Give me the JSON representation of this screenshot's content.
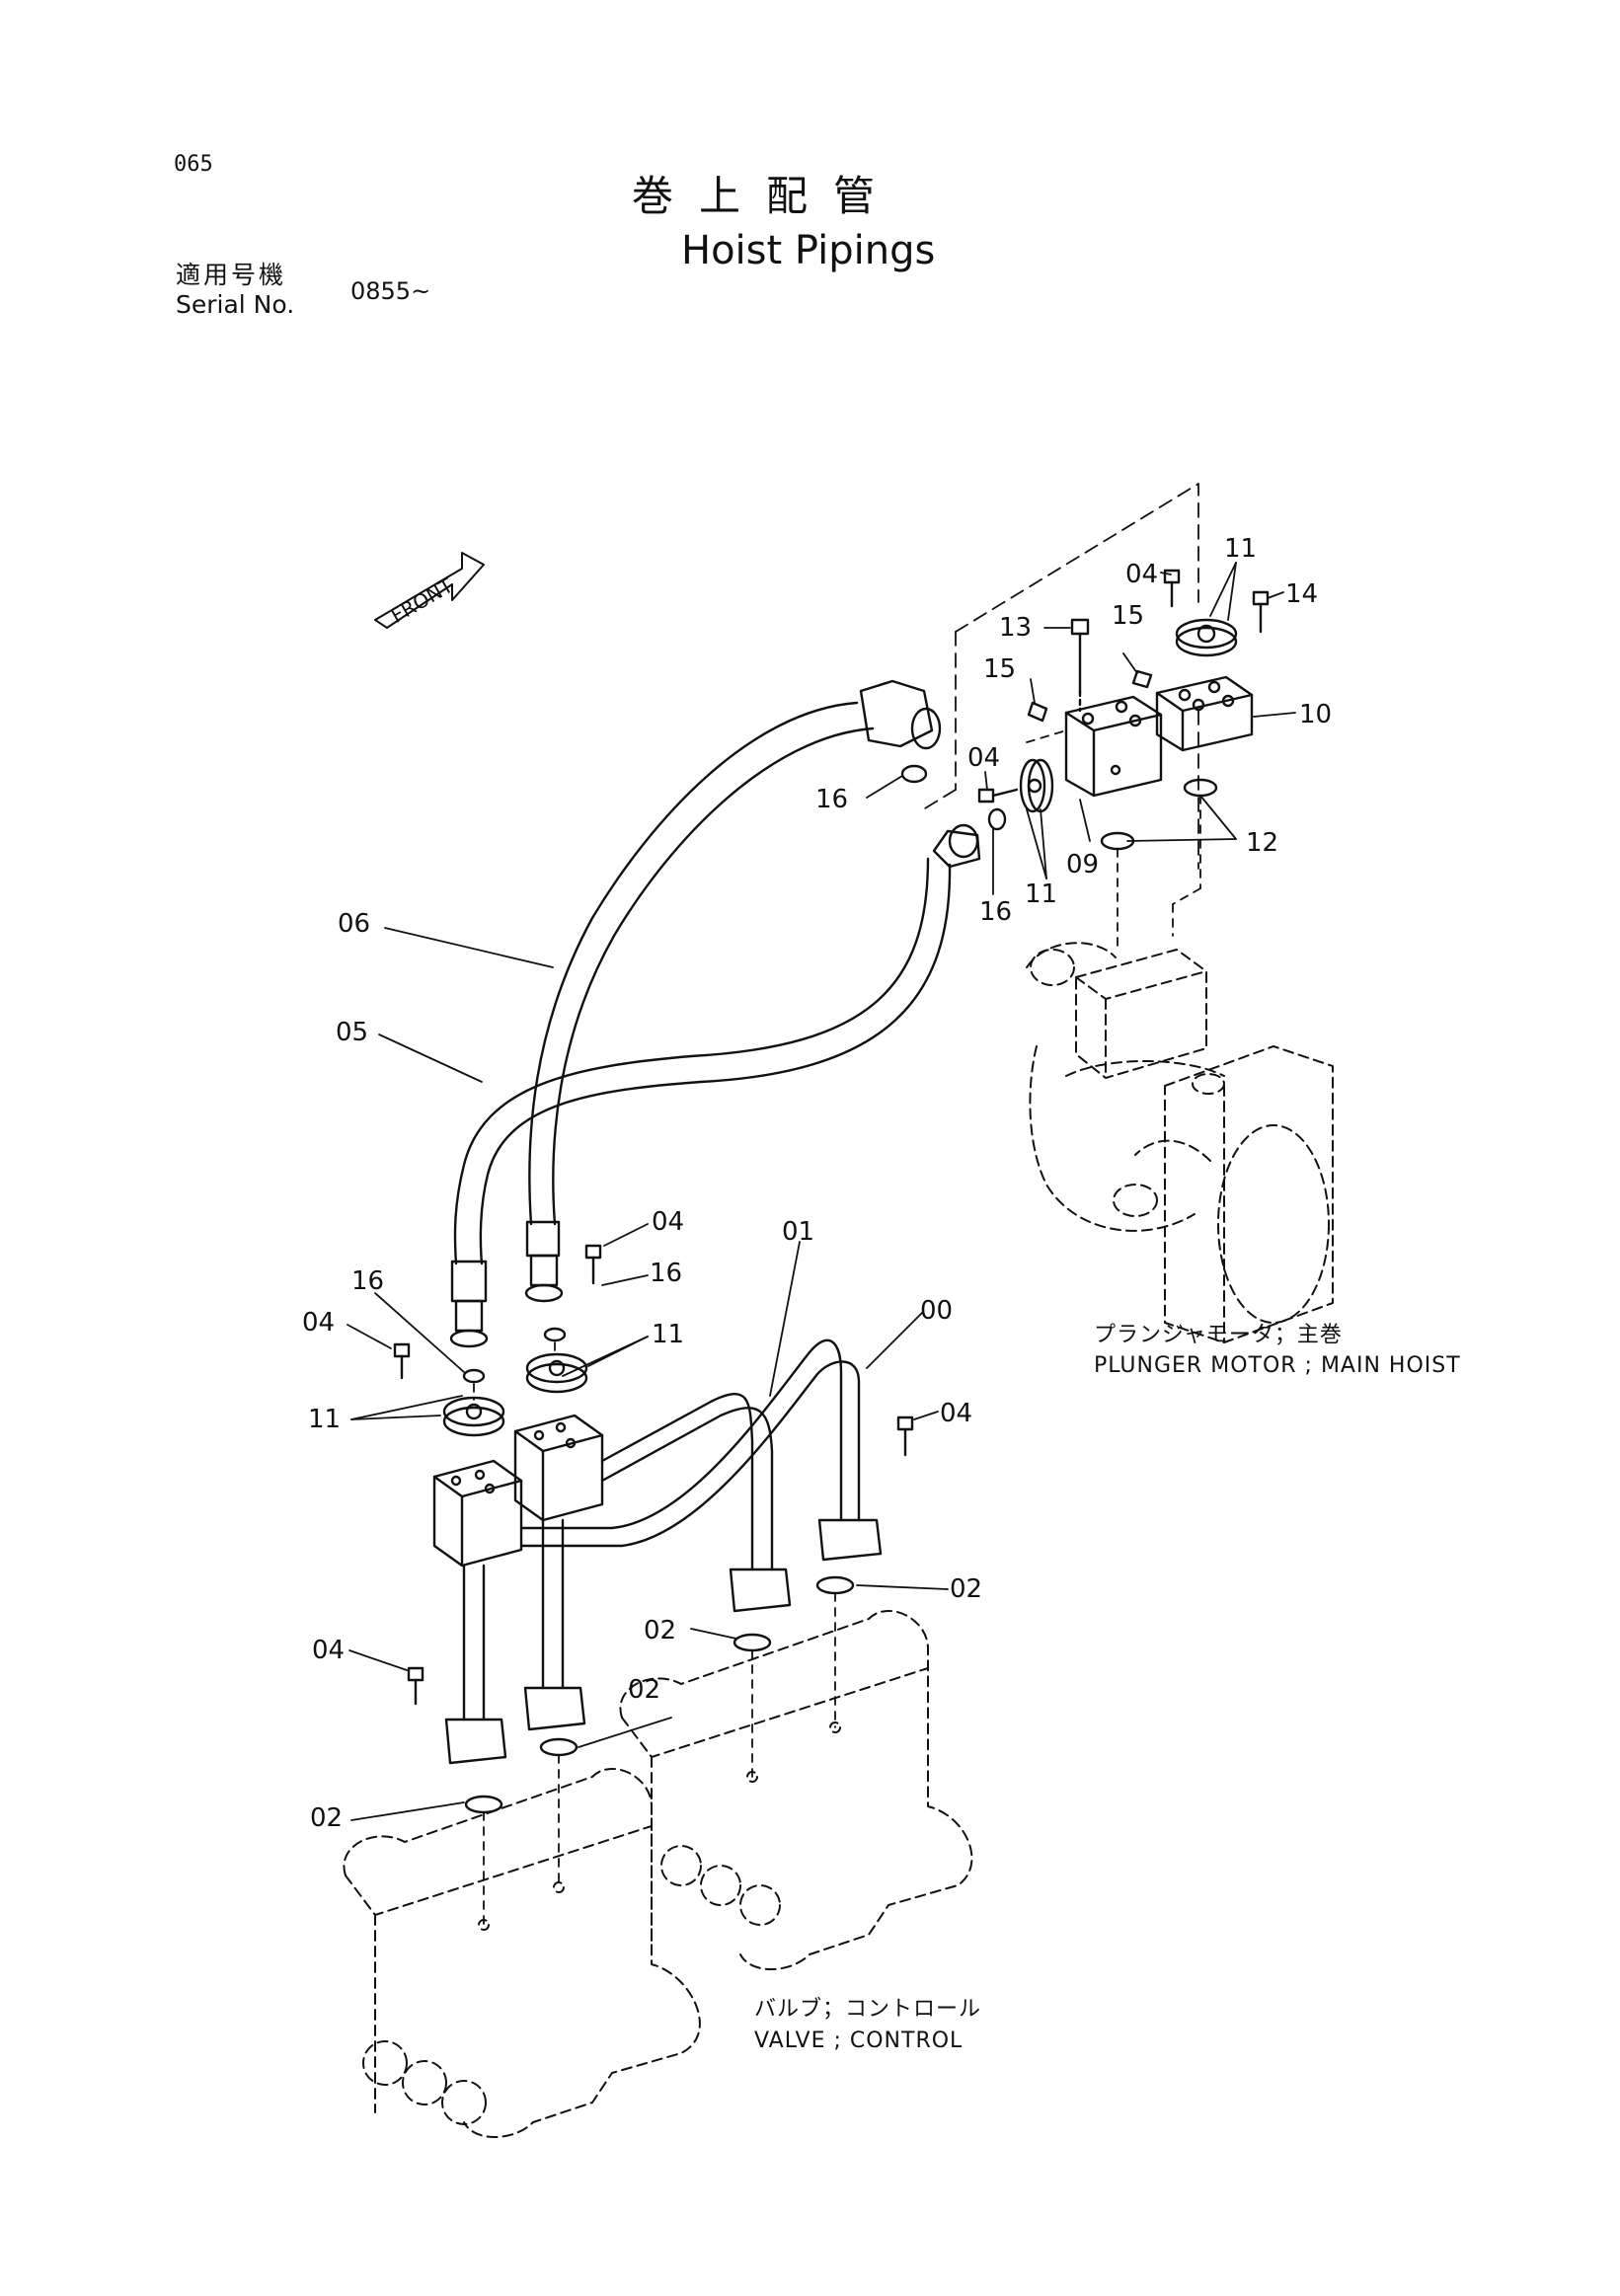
{
  "header": {
    "page_number": "065",
    "title_jp": "巻上配管",
    "title_en": "Hoist Pipings",
    "serial_label_jp": "適用号機",
    "serial_label_en": "Serial No.",
    "serial_value": "0855~"
  },
  "front_arrow": {
    "label": "FRONT"
  },
  "captions": {
    "motor_jp": "プランジャモータ；主巻",
    "motor_en": "PLUNGER MOTOR ; MAIN HOIST",
    "valve_jp": "バルブ；コントロール",
    "valve_en": "VALVE ; CONTROL"
  },
  "callouts": {
    "c04_a": "04",
    "c11_a": "11",
    "c14": "14",
    "c13": "13",
    "c15_a": "15",
    "c15_b": "15",
    "c10": "10",
    "c16_a": "16",
    "c04_b": "04",
    "c12": "12",
    "c09": "09",
    "c11_b": "11",
    "c16_b": "16",
    "c06": "06",
    "c05": "05",
    "c04_c": "04",
    "c16_c": "16",
    "c01": "01",
    "c00": "00",
    "c16_d": "16",
    "c04_d": "04",
    "c11_c": "11",
    "c11_d": "11",
    "c04_e": "04",
    "c02_a": "02",
    "c02_b": "02",
    "c04_f": "04",
    "c02_c": "02",
    "c02_d": "02"
  }
}
